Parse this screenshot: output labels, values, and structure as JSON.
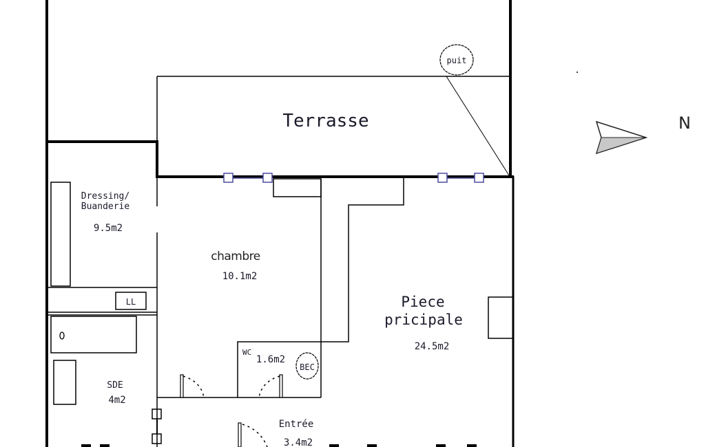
{
  "rooms": {
    "terrasse": {
      "label": "Terrasse"
    },
    "puit": {
      "label": "puit"
    },
    "dressing": {
      "label_line1": "Dressing/",
      "label_line2": "Buanderie",
      "area": "9.5m2"
    },
    "chambre": {
      "label": "chambre",
      "area": "10.1m2"
    },
    "lave_linge": {
      "label": "LL"
    },
    "sde": {
      "label": "SDE",
      "area": "4m2"
    },
    "wc": {
      "label": "WC",
      "area": "1.6m2"
    },
    "bec": {
      "label": "BEC"
    },
    "piece_principale": {
      "label_line1": "Piece",
      "label_line2": "pricipale",
      "area": "24.5m2"
    },
    "entree": {
      "label": "Entrée",
      "area": "3.4m2"
    }
  },
  "compass": {
    "label": "N"
  },
  "colors": {
    "window": "#4a4aa0",
    "wall": "#000000",
    "arrow_fill": "#c8c8c8"
  }
}
